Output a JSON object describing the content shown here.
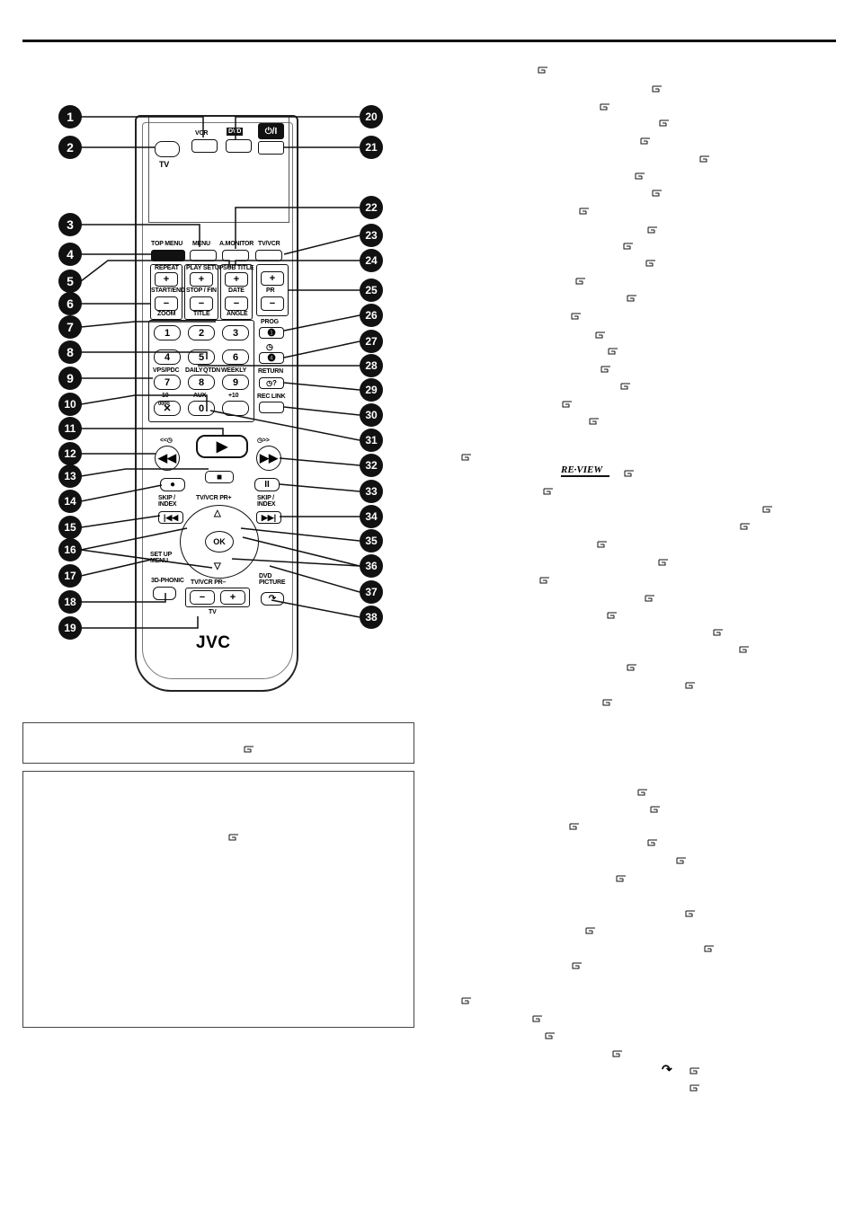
{
  "brand": "JVC",
  "remote": {
    "labels": {
      "vcr": "VCR",
      "dvd": "DVD",
      "tv": "TV",
      "power": "⏻/I",
      "top_menu": "TOP MENU",
      "menu": "MENU",
      "a_monitor": "A.MONITOR",
      "tv_vcr": "TV/VCR",
      "repeat": "REPEAT",
      "start_end": "START/END",
      "zoom": "ZOOM",
      "play_setup": "PLAY SETUP",
      "stop_fin": "STOP / FIN",
      "title": "TITLE",
      "sub_title": "SUB TITLE",
      "date": "DATE",
      "angle": "ANGLE",
      "pr": "PR",
      "prog": "PROG",
      "vps_pdc": "VPS/PDC",
      "daily": "DAILY",
      "qtdn": "QTDN",
      "weekly": "WEEKLY",
      "return": "RETURN",
      "ten": "10",
      "zero_four": "0000",
      "aux": "AUX",
      "plus_ten": "+10",
      "rec_link": "REC LINK",
      "skip_index": "SKIP / INDEX",
      "tv_vcr_pr_plus": "TV/VCR PR+",
      "tv_vcr_pr_minus": "TV/VCR PR–",
      "ok": "OK",
      "setup_menu": "SET UP MENU",
      "three_d_phonic": "3D-PHONIC",
      "dvd_picture": "DVD PICTURE",
      "review": "RE·VIEW"
    },
    "numbers": [
      "1",
      "2",
      "3",
      "4",
      "5",
      "6",
      "7",
      "8",
      "9"
    ]
  },
  "callouts": [
    "1",
    "2",
    "3",
    "4",
    "5",
    "6",
    "7",
    "8",
    "9",
    "10",
    "11",
    "12",
    "13",
    "14",
    "15",
    "16",
    "17",
    "18",
    "19",
    "20",
    "21",
    "22",
    "23",
    "24",
    "25",
    "26",
    "27",
    "28",
    "29",
    "30",
    "31",
    "32",
    "33",
    "34",
    "35",
    "36",
    "37",
    "38"
  ]
}
